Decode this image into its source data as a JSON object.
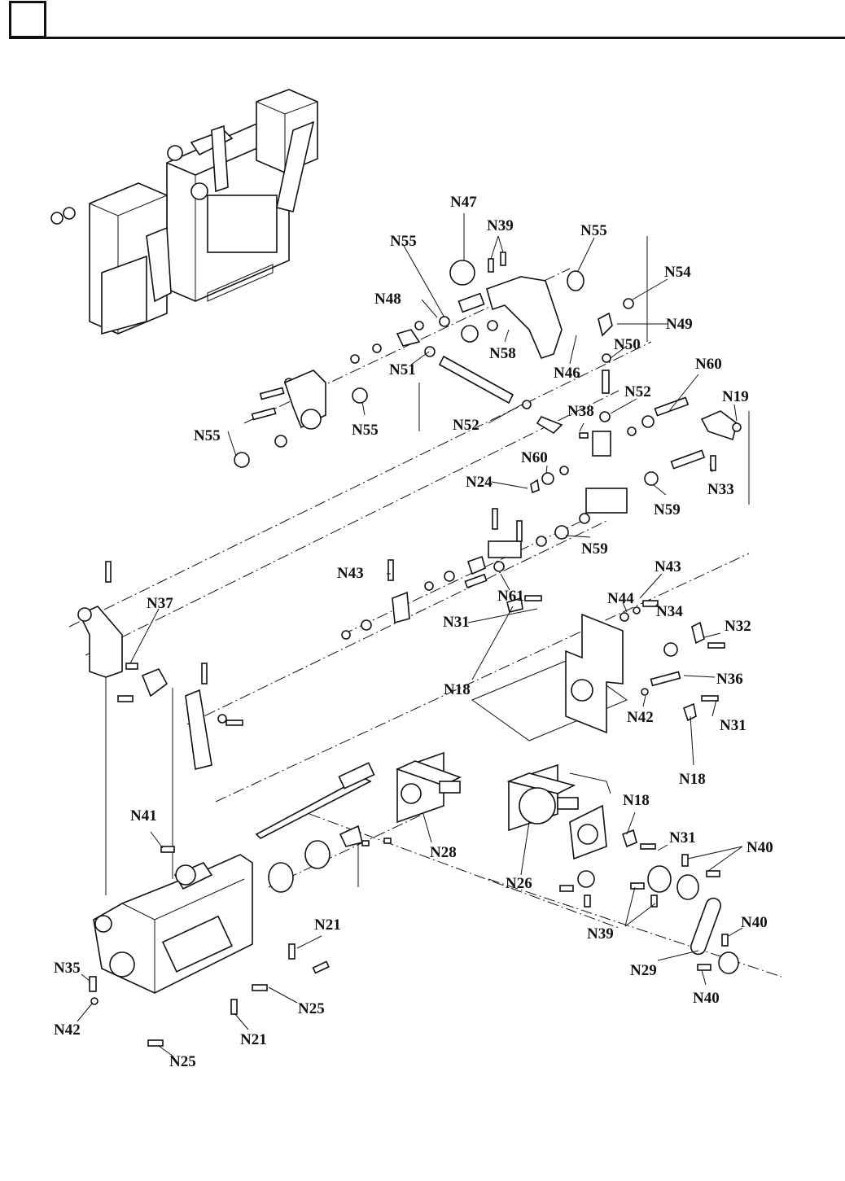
{
  "header": {
    "box_label": "",
    "title": ""
  },
  "diagram": {
    "type": "exploded-parts-view",
    "callouts": [
      {
        "id": "N47",
        "text": "N47"
      },
      {
        "id": "N39a",
        "text": "N39"
      },
      {
        "id": "N55a",
        "text": "N55"
      },
      {
        "id": "N55b",
        "text": "N55"
      },
      {
        "id": "N54",
        "text": "N54"
      },
      {
        "id": "N48",
        "text": "N48"
      },
      {
        "id": "N49",
        "text": "N49"
      },
      {
        "id": "N58",
        "text": "N58"
      },
      {
        "id": "N50",
        "text": "N50"
      },
      {
        "id": "N51",
        "text": "N51"
      },
      {
        "id": "N46",
        "text": "N46"
      },
      {
        "id": "N60a",
        "text": "N60"
      },
      {
        "id": "N19",
        "text": "N19"
      },
      {
        "id": "N52a",
        "text": "N52"
      },
      {
        "id": "N52b",
        "text": "N52"
      },
      {
        "id": "N55c",
        "text": "N55"
      },
      {
        "id": "N55d",
        "text": "N55"
      },
      {
        "id": "N38",
        "text": "N38"
      },
      {
        "id": "N60b",
        "text": "N60"
      },
      {
        "id": "N24",
        "text": "N24"
      },
      {
        "id": "N33",
        "text": "N33"
      },
      {
        "id": "N59a",
        "text": "N59"
      },
      {
        "id": "N59b",
        "text": "N59"
      },
      {
        "id": "N43a",
        "text": "N43"
      },
      {
        "id": "N61",
        "text": "N61"
      },
      {
        "id": "N43b",
        "text": "N43"
      },
      {
        "id": "N44",
        "text": "N44"
      },
      {
        "id": "N34",
        "text": "N34"
      },
      {
        "id": "N37",
        "text": "N37"
      },
      {
        "id": "N31a",
        "text": "N31"
      },
      {
        "id": "N32",
        "text": "N32"
      },
      {
        "id": "N18a",
        "text": "N18"
      },
      {
        "id": "N36",
        "text": "N36"
      },
      {
        "id": "N42a",
        "text": "N42"
      },
      {
        "id": "N31b",
        "text": "N31"
      },
      {
        "id": "N18b",
        "text": "N18"
      },
      {
        "id": "N18c",
        "text": "N18"
      },
      {
        "id": "N41",
        "text": "N41"
      },
      {
        "id": "N28",
        "text": "N28"
      },
      {
        "id": "N31c",
        "text": "N31"
      },
      {
        "id": "N40a",
        "text": "N40"
      },
      {
        "id": "N26",
        "text": "N26"
      },
      {
        "id": "N39b",
        "text": "N39"
      },
      {
        "id": "N21a",
        "text": "N21"
      },
      {
        "id": "N40b",
        "text": "N40"
      },
      {
        "id": "N35",
        "text": "N35"
      },
      {
        "id": "N29",
        "text": "N29"
      },
      {
        "id": "N25a",
        "text": "N25"
      },
      {
        "id": "N40c",
        "text": "N40"
      },
      {
        "id": "N42b",
        "text": "N42"
      },
      {
        "id": "N21b",
        "text": "N21"
      },
      {
        "id": "N25b",
        "text": "N25"
      }
    ]
  }
}
